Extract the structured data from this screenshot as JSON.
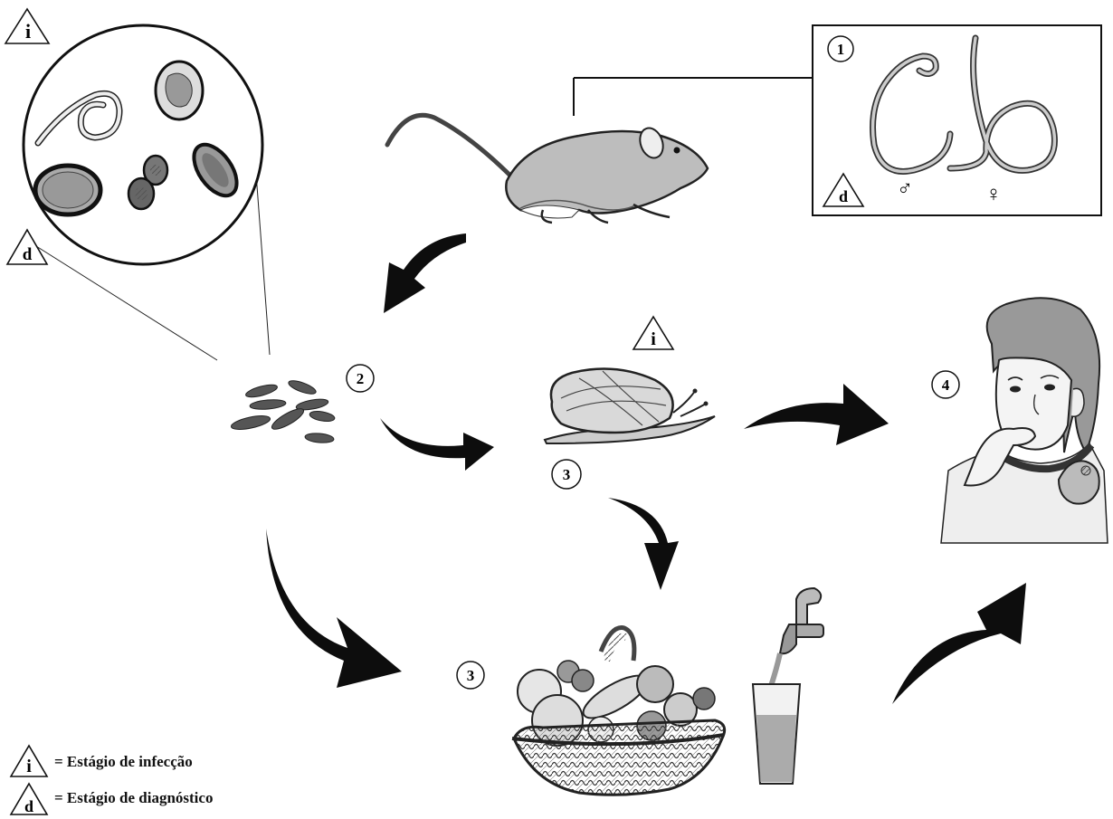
{
  "markers": {
    "infection": "i",
    "diagnostic": "d"
  },
  "steps": {
    "s1": "1",
    "s2": "2",
    "s3a": "3",
    "s3b": "3",
    "s4": "4"
  },
  "sex_symbols": {
    "male": "♂",
    "female": "♀"
  },
  "legend": {
    "infection_text": "= Estágio de infecção",
    "diagnostic_text": "= Estágio de diagnóstico"
  },
  "colors": {
    "ink": "#111111",
    "arrow": "#0d0d0d",
    "fill_gray": "#bdbdbd",
    "dark_gray": "#555555"
  }
}
